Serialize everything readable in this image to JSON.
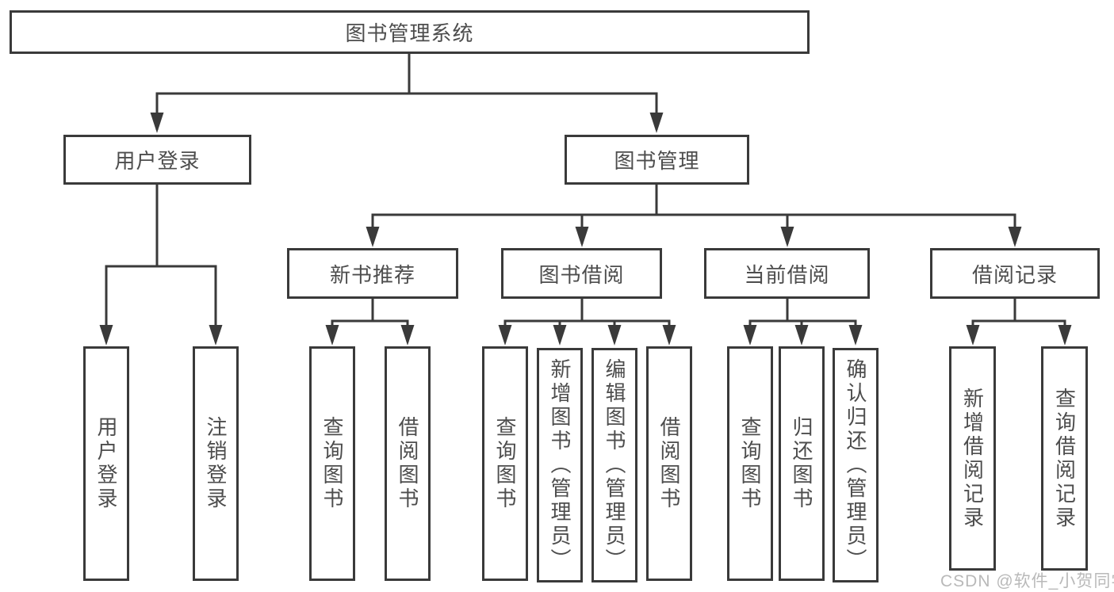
{
  "tree": {
    "label": "图书管理系统",
    "children": [
      {
        "label": "用户登录",
        "children": [
          {
            "label": "用户登录"
          },
          {
            "label": "注销登录"
          }
        ]
      },
      {
        "label": "图书管理",
        "children": [
          {
            "label": "新书推荐",
            "children": [
              {
                "label": "查询图书"
              },
              {
                "label": "借阅图书"
              }
            ]
          },
          {
            "label": "图书借阅",
            "children": [
              {
                "label": "查询图书"
              },
              {
                "label": "新增图书（管理员）"
              },
              {
                "label": "编辑图书（管理员）"
              },
              {
                "label": "借阅图书"
              }
            ]
          },
          {
            "label": "当前借阅",
            "children": [
              {
                "label": "查询图书"
              },
              {
                "label": "归还图书"
              },
              {
                "label": "确认归还（管理员）"
              }
            ]
          },
          {
            "label": "借阅记录",
            "children": [
              {
                "label": "新增借阅记录"
              },
              {
                "label": "查询借阅记录"
              }
            ]
          }
        ]
      }
    ]
  },
  "watermark": "CSDN @软件_小贺同学",
  "colors": {
    "line": "#3a3a3a",
    "box_border": "#3a3a3a",
    "box_fill": "#ffffff",
    "text": "#4d4d4d",
    "watermark": "#b9b9b9",
    "background": "#ffffff"
  }
}
